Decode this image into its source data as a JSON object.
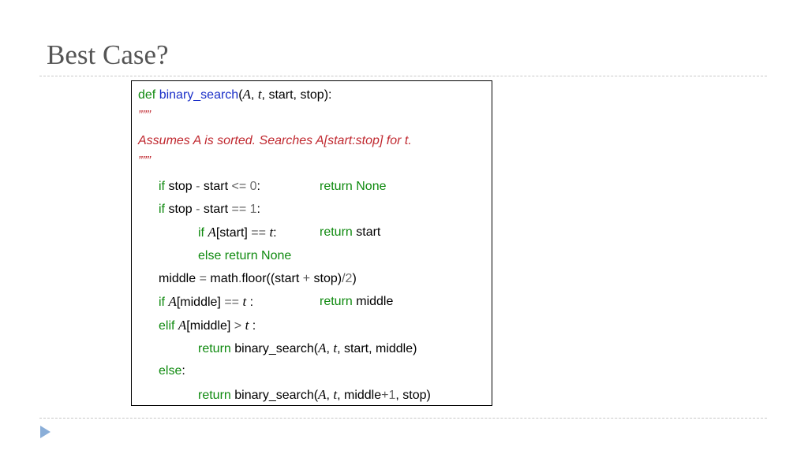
{
  "slide": {
    "title": "Best Case?"
  },
  "code": {
    "def_kw": "def",
    "fn_name": "binary_search",
    "open_paren": "(",
    "var_A": "A",
    "var_t": "t",
    "comma": ", ",
    "params_rest": ", start, stop):",
    "docstring_quote": "”””",
    "docstring_text": "Assumes A is sorted. Searches A[start:stop] for t.",
    "l1": {
      "kw": "if",
      "a": " stop ",
      "op1": "-",
      "b": " start ",
      "op2": "<=",
      "c": " ",
      "num": "0",
      "d": ":",
      "ret": "return None"
    },
    "l2": {
      "kw": "if",
      "a": " stop ",
      "op1": "-",
      "b": " start ",
      "op2": "==",
      "c": " ",
      "num": "1",
      "d": ":"
    },
    "l3": {
      "kw": "if",
      "a": "[start] ",
      "op": "==",
      "d": ":",
      "ret_kw": "return",
      "ret_rest": " start"
    },
    "l4": {
      "text": "else return None"
    },
    "l5": {
      "a": "middle ",
      "op1": "=",
      "b": " math",
      "dot": ".",
      "c": "floor((start ",
      "op2": "+",
      "d": " stop)",
      "op3": "/",
      "num": "2",
      "e": ")"
    },
    "l6": {
      "kw": "if",
      "a": "[middle] ",
      "op": "==",
      "d": " :",
      "ret_kw": "return",
      "ret_rest": " middle"
    },
    "l7": {
      "kw": "elif",
      "a": "[middle] ",
      "op": ">",
      "d": " :"
    },
    "l8": {
      "kw": "return",
      "a": " binary_search(",
      "rest": ", start, middle)"
    },
    "l9": {
      "kw": "else",
      "d": ":"
    },
    "l10": {
      "kw": "return",
      "a": " binary_search(",
      "b": ", middle",
      "op": "+",
      "num": "1",
      "rest": ", stop)"
    }
  }
}
